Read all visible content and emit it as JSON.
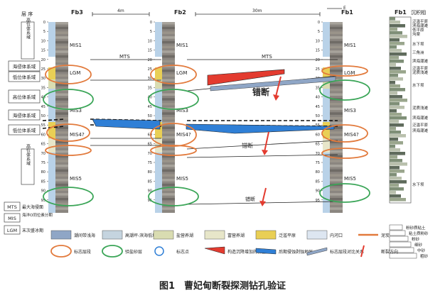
{
  "figure": {
    "caption": "图1　曹妃甸断裂探测钻孔验证",
    "left_header": "层 序",
    "scale_top_1": "4m",
    "scale_top_2": "30m",
    "direction_mark": "E"
  },
  "boreholes": [
    {
      "id": "Fb3",
      "labels": [
        "MIS1",
        "LGM",
        "MIS3",
        "MIS4?",
        "MIS5"
      ]
    },
    {
      "id": "Fb2",
      "labels": [
        "MIS1",
        "LGM",
        "MIS3",
        "MIS4?",
        "MIS5"
      ]
    },
    {
      "id": "Fb1",
      "labels": [
        "MIS1",
        "LGM",
        "MIS3",
        "MIS4?",
        "MIS5"
      ]
    }
  ],
  "depth_ticks": [
    "0",
    "5",
    "10",
    "15",
    "20",
    "25",
    "30",
    "35",
    "40",
    "45",
    "50",
    "55",
    "60",
    "65",
    "70",
    "75",
    "80",
    "85",
    "90",
    "95"
  ],
  "sequence_units": [
    "高位体系域",
    "海侵体系域",
    "低位体系域",
    "高位体系域",
    "海侵体系域",
    "低位体系域",
    "高位体系域"
  ],
  "center_labels": {
    "mts1": "MTS",
    "mts2": "MTS",
    "fault1": "错断",
    "fault2": "错断",
    "fault3": "错断"
  },
  "right_column": {
    "title": "Fb1",
    "subtitle": "沉积相",
    "facies": [
      "泛滥平原",
      "滨海潮滩",
      "低平原",
      "沟渠",
      "水下坝",
      "三角洲",
      "滨海潮滩",
      "泛滥平原",
      "泥质浅滩",
      "水下坝",
      "泥质浅滩",
      "滨海潮滩",
      "泛滥平原",
      "滨海潮滩",
      "水下坝"
    ],
    "grain_labels": [
      "粉砂质粘土",
      "粘土质粉砂",
      "粉砂",
      "细砂",
      "中砂",
      "粗砂"
    ]
  },
  "abbrev_legend": [
    {
      "code": "MTS",
      "text": "最大海侵面"
    },
    {
      "code": "MIS",
      "text": "海洋O同位素分期"
    },
    {
      "code": "LGM",
      "text": "末次盛冰期"
    }
  ],
  "legend": {
    "row1": [
      "潮间带浅海",
      "高潮坪-滨海低地",
      "盐营养湖",
      "富营养湖",
      "泛滥平原",
      "内河口",
      "泥炭"
    ],
    "row2": [
      "标志层段",
      "验盐砂层",
      "标志点",
      "构造沉降增加的新空间",
      "后期侵蚀剥蚀地层",
      "标志层段对比关系",
      "断裂方向"
    ]
  },
  "colors": {
    "light_blue": "#b9d2e8",
    "blue_gray": "#8fa6c6",
    "yellow": "#e9cf55",
    "light_green": "#d9dcb1",
    "cream": "#e7e6c9",
    "red": "#e33b2f",
    "orange": "#e27a3c",
    "green": "#3aa557",
    "blue": "#2f7fd6"
  }
}
